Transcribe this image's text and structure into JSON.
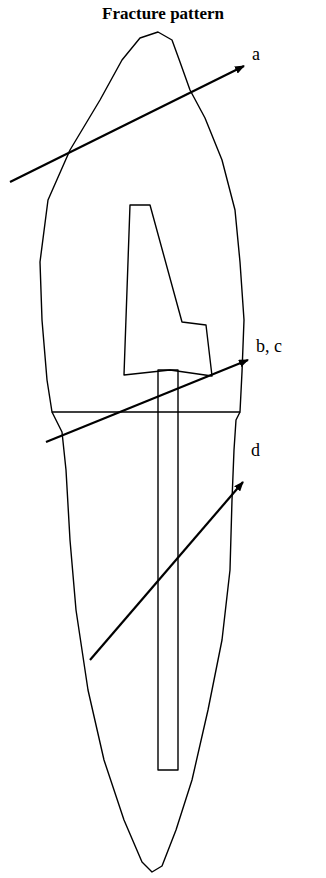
{
  "diagram": {
    "title": "Fracture pattern",
    "labels": [
      "a",
      "b, c",
      "d"
    ]
  }
}
